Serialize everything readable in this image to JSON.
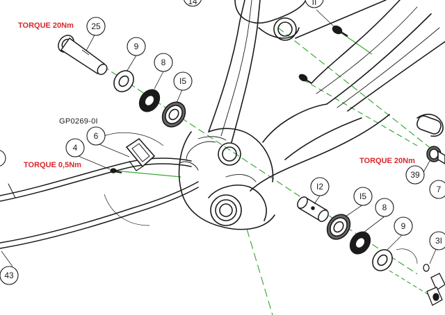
{
  "torque_labels": [
    "TORQUE 20Nm",
    "TORQUE 0,5Nm",
    "TORQUE 20Nm"
  ],
  "part_code": "GP0269-0I",
  "callouts": [
    "25",
    "9",
    "8",
    "I5",
    "6",
    "4",
    "I2",
    "I5",
    "8",
    "9",
    "39",
    "7",
    "3I",
    "43",
    "14",
    "II"
  ],
  "colors": {
    "line": "#1a1a1a",
    "axis": "#3aa935",
    "torque": "#d9262b",
    "paper": "#ffffff"
  },
  "icons": [
    "rear-pivot-axle-icon",
    "washer-icon",
    "bearing-icon",
    "sensor-bracket-icon",
    "screw-icon",
    "frame-swingarm-icon",
    "cable-icon",
    "bolt-icon"
  ]
}
